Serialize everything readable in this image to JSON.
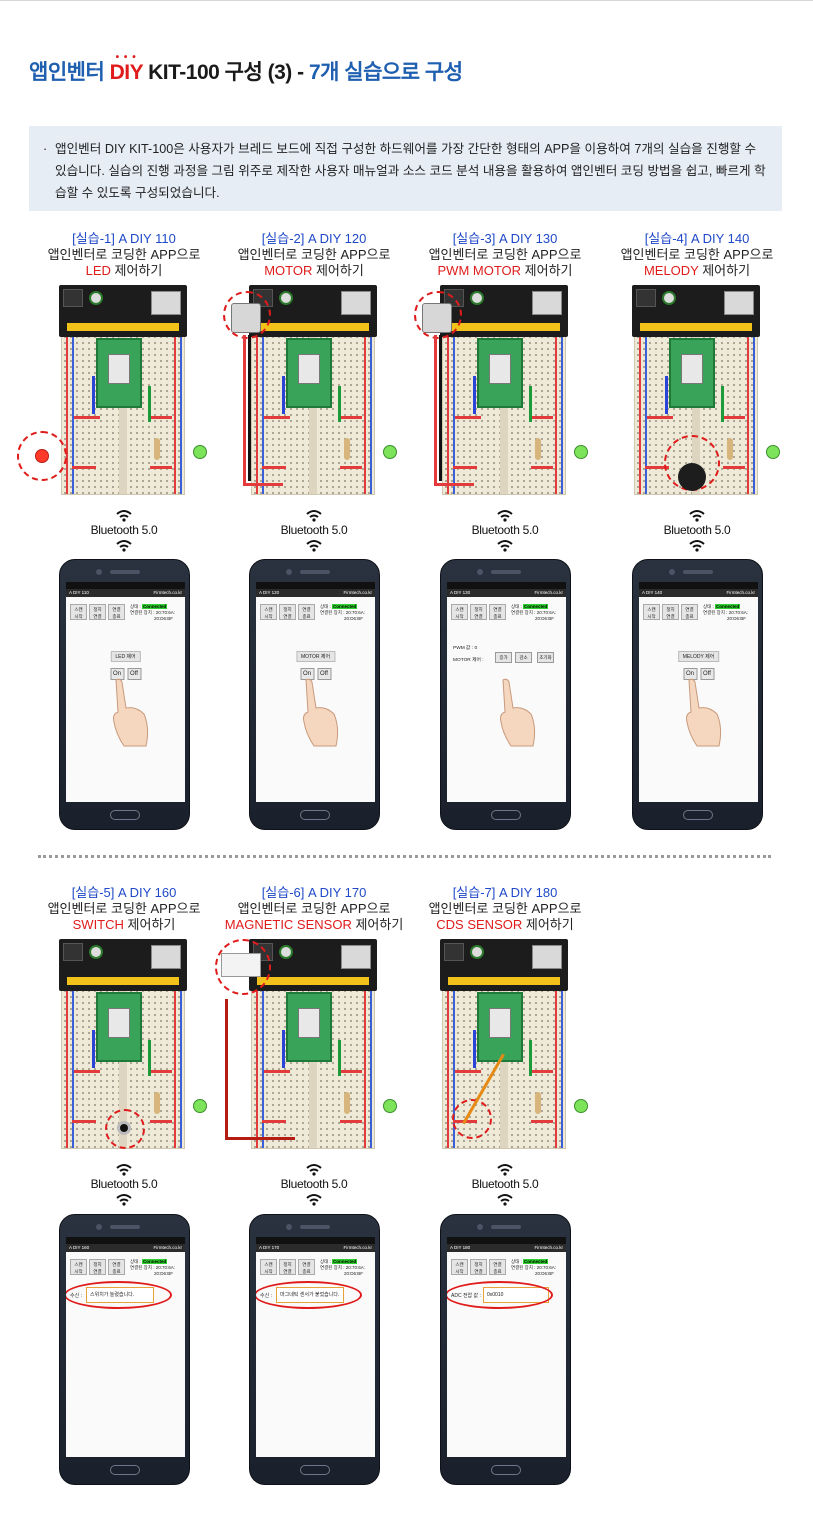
{
  "header": {
    "title_prefix": "앱인벤터 ",
    "title_diy": "DIY",
    "title_diy_dots": "• • •",
    "title_dark": " KIT-100 구성 (3) - ",
    "title_suffix": "7개 실습으로 구성"
  },
  "intro": {
    "bullet": "·",
    "text": "앱인벤터 DIY KIT-100은 사용자가 브레드 보드에 직접 구성한 하드웨어를 가장 간단한 형태의 APP을 이용하여 7개의 실습을 진행할 수 있습니다.  실습의 진행 과정을 그림 위주로 제작한 사용자 매뉴얼과 소스 코드 분석 내용을 활용하여 앱인벤터 코딩 방법을 쉽고, 빠르게 학습할 수 있도록 구성되었습니다."
  },
  "bluetooth_label": "Bluetooth 5.0",
  "labs": [
    {
      "code": "[실습-1] A DIY 110",
      "line2": "앱인벤터로 코딩한 APP으로",
      "hl": "LED",
      "rest": " 제어하기",
      "app_code": "A DIY 110",
      "panel_title": "LED 제어"
    },
    {
      "code": "[실습-2] A DIY 120",
      "line2": "앱인벤터로 코딩한 APP으로",
      "hl": "MOTOR",
      "rest": " 제어하기",
      "app_code": "A DIY 120",
      "panel_title": "MOTOR 제어"
    },
    {
      "code": "[실습-3] A DIY 130",
      "line2": "앱인벤터로 코딩한 APP으로",
      "hl": "PWM MOTOR",
      "rest": " 제어하기",
      "app_code": "A DIY 130",
      "pwm_label": "PWM 값 : 0",
      "motor_label": "MOTOR 제어 :",
      "btn_up": "증가",
      "btn_down": "감소",
      "btn_reset": "초기화"
    },
    {
      "code": "[실습-4] A DIY 140",
      "line2": "앱인벤터로 코딩한 APP으로",
      "hl": "MELODY",
      "rest": " 제어하기",
      "app_code": "A DIY 140",
      "panel_title": "MELODY 제어"
    },
    {
      "code": "[실습-5] A DIY 160",
      "line2": "앱인벤터로 코딩한 APP으로",
      "hl": "SWITCH",
      "rest": " 제어하기",
      "app_code": "A DIY 160",
      "recv_label": "수신 :",
      "recv_value": "스위치가 눌렸습니다."
    },
    {
      "code": "[실습-6] A DIY 170",
      "line2": "앱인벤터로 코딩한 APP으로",
      "hl": "MAGNETIC SENSOR",
      "rest": " 제어하기",
      "app_code": "A DIY 170",
      "recv_label": "수신 :",
      "recv_value": "마그네틱 센서가 붙었습니다."
    },
    {
      "code": "[실습-7] A DIY 180",
      "line2": "앱인벤터로 코딩한 APP으로",
      "hl": "CDS SENSOR",
      "rest": " 제어하기",
      "app_code": "A DIY 180",
      "recv_label": "ADC 전압 값 :",
      "recv_value": "0x0010"
    }
  ],
  "app": {
    "brand": "Firmtech.co.kr",
    "btn_scan": "스캔\n시작",
    "btn_stop": "정지\n연결",
    "btn_disconnect": "연결\n종료",
    "status_label": "상태 :",
    "status_value": "Connected",
    "device_label": "연결된 장치 : 20:70:6A:",
    "device_value": "20:D6:BF",
    "on": "On",
    "off": "Off"
  },
  "colors": {
    "title_blue": "#1f5fb0",
    "accent_red": "#e01b1b",
    "code_blue": "#1f49c9",
    "intro_bg": "#e6edf5"
  }
}
